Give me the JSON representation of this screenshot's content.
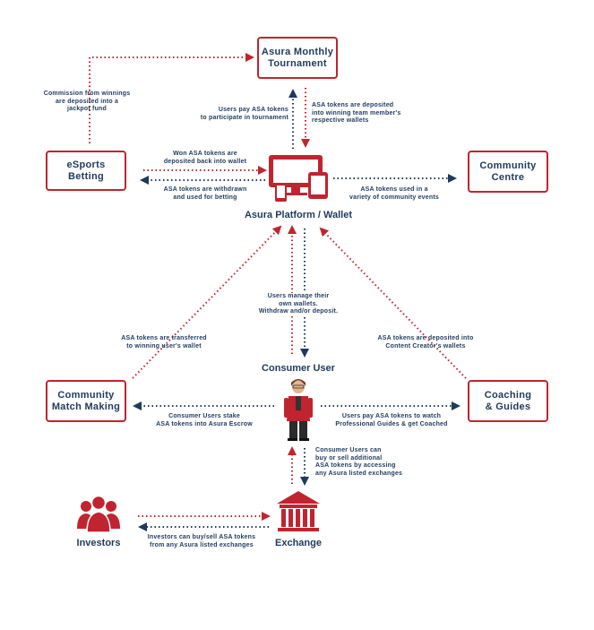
{
  "nodes": {
    "tournament": [
      "Asura Monthly",
      "Tournament"
    ],
    "esports": [
      "eSports",
      "Betting"
    ],
    "community_centre": [
      "Community",
      "Centre"
    ],
    "platform": "Asura Platform / Wallet",
    "consumer": "Consumer User",
    "match_making": [
      "Community",
      "Match Making"
    ],
    "coaching": [
      "Coaching",
      "& Guides"
    ],
    "investors": "Investors",
    "exchange": "Exchange"
  },
  "edges": {
    "commission": [
      "Commission from winnings",
      "are deposited into a",
      "jackpot fund"
    ],
    "pay_tournament": [
      "Users pay ASA tokens",
      "to participate in tournament"
    ],
    "deposit_winning": [
      "ASA tokens are deposited",
      "into winning team member's",
      "respective wallets"
    ],
    "won_tokens": [
      "Won ASA tokens are",
      "deposited back into wallet"
    ],
    "withdrawn_betting": [
      "ASA tokens are withdrawn",
      "and used for betting"
    ],
    "community_events": [
      "ASA tokens used in a",
      "variety of community events"
    ],
    "manage_wallets": [
      "Users manage their",
      "own wallets.",
      "Withdraw and/or deposit."
    ],
    "transferred_winning": [
      "ASA tokens are transferred",
      "to winning user's wallet"
    ],
    "content_creator": [
      "ASA tokens are deposited into",
      "Content Creator's wallets"
    ],
    "stake_escrow": [
      "Consumer Users stake",
      "ASA tokens into Asura Escrow"
    ],
    "pay_guides": [
      "Users pay ASA tokens to watch",
      "Professional Guides & get Coached"
    ],
    "buy_sell": [
      "Consumer Users can",
      "buy or sell additional",
      "ASA tokens by accessing",
      "any Asura listed exchanges"
    ],
    "investors_trade": [
      "Investors can buy/sell ASA tokens",
      "from any Asura listed exchanges"
    ]
  },
  "colors": {
    "red": "#c0242f",
    "navy": "#1e3a5c"
  },
  "icons": [
    "computer-monitor-icon",
    "tablet-icon",
    "phone-icon",
    "person-icon",
    "investors-group-icon",
    "bank-building-icon"
  ]
}
